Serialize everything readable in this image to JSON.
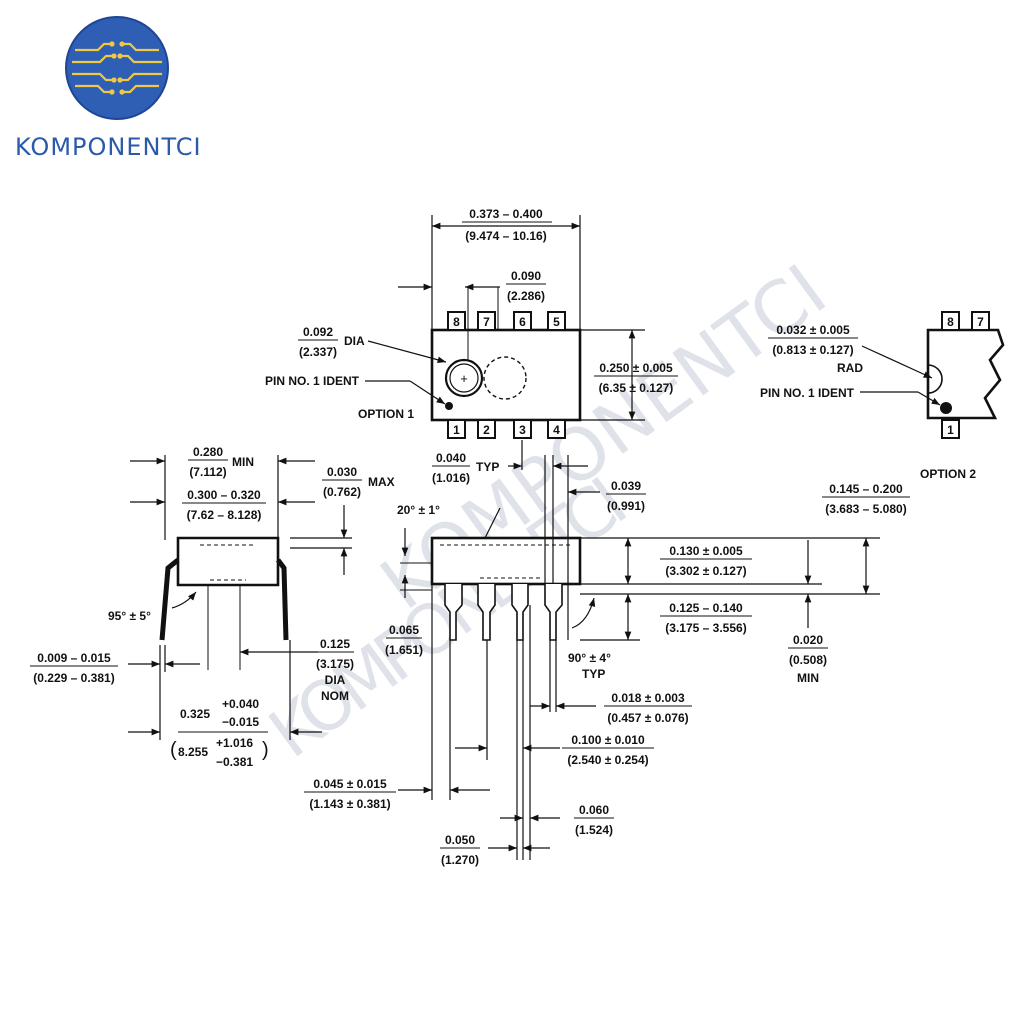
{
  "brand": {
    "name": "KOMPONENTCI",
    "logo_icon": "circuit-globe-icon",
    "logo_color": "#2f5fb5",
    "text_color": "#2a5aa8"
  },
  "watermark": {
    "text_upper": "KOMPONENTCI",
    "text_lower": "KOMPONENTCI",
    "color": "#c5cbd8"
  },
  "top_view": {
    "pins_top": [
      "8",
      "7",
      "6",
      "5"
    ],
    "pins_bottom": [
      "1",
      "2",
      "3",
      "4"
    ],
    "width": {
      "in": "0.373 – 0.400",
      "mm": "(9.474 – 10.16)"
    },
    "pin_pitch_top": {
      "in": "0.090",
      "mm": "(2.286)"
    },
    "hole_dia": {
      "in": "0.092",
      "mm": "(2.337)",
      "suffix": "DIA"
    },
    "pin1_ident": "PIN NO. 1 IDENT",
    "option_label": "OPTION 1",
    "body_height": {
      "in": "0.250 ± 0.005",
      "mm": "(6.35 ± 0.127)"
    },
    "pin_width": {
      "in": "0.040",
      "mm": "(1.016)",
      "suffix": "TYP"
    },
    "plus_mark": "+"
  },
  "option2": {
    "pins_top": [
      "8",
      "7"
    ],
    "pins_bottom": [
      "1"
    ],
    "radius": {
      "in": "0.032 ± 0.005",
      "mm": "(0.813 ± 0.127)",
      "suffix": "RAD"
    },
    "pin1_ident": "PIN NO. 1 IDENT",
    "option_label": "OPTION 2"
  },
  "end_view": {
    "min_span": {
      "in": "0.280",
      "mm": "(7.112)",
      "suffix": "MIN"
    },
    "row_span": {
      "in": "0.300 – 0.320",
      "mm": "(7.62 – 8.128)"
    },
    "max_offset": {
      "in": "0.030",
      "mm": "(0.762)",
      "suffix": "MAX"
    },
    "lead_angle": "95° ± 5°",
    "lead_thickness": {
      "in": "0.009 – 0.015",
      "mm": "(0.229 – 0.381)"
    },
    "lead_span_in": "0.325",
    "lead_span_tol_in": [
      "+0.040",
      "−0.015"
    ],
    "lead_span_mm": "8.255",
    "lead_span_tol_mm": [
      "+1.016",
      "−0.381"
    ],
    "dia_nom": {
      "in": "0.125",
      "mm": "(3.175)",
      "suffix1": "DIA",
      "suffix2": "NOM"
    }
  },
  "side_view": {
    "shoulder": {
      "in": "0.039",
      "mm": "(0.991)"
    },
    "tilt_angle": "20° ± 1°",
    "stand_off": {
      "in": "0.065",
      "mm": "(1.651)"
    },
    "max_height": {
      "in": "0.145 – 0.200",
      "mm": "(3.683 – 5.080)"
    },
    "body_thickness": {
      "in": "0.130 ± 0.005",
      "mm": "(3.302 ± 0.127)"
    },
    "lead_length": {
      "in": "0.125 – 0.140",
      "mm": "(3.175 – 3.556)"
    },
    "seating_min": {
      "in": "0.020",
      "mm": "(0.508)",
      "suffix": "MIN"
    },
    "lead_angle": "90° ± 4°",
    "lead_angle_suffix": "TYP",
    "lead_width": {
      "in": "0.018 ± 0.003",
      "mm": "(0.457 ± 0.076)"
    },
    "pitch": {
      "in": "0.100 ± 0.010",
      "mm": "(2.540 ± 0.254)"
    },
    "end_lead": {
      "in": "0.045 ± 0.015",
      "mm": "(1.143 ± 0.381)"
    },
    "lead_shoulder": {
      "in": "0.060",
      "mm": "(1.524)"
    },
    "lead_tip": {
      "in": "0.050",
      "mm": "(1.270)"
    }
  }
}
